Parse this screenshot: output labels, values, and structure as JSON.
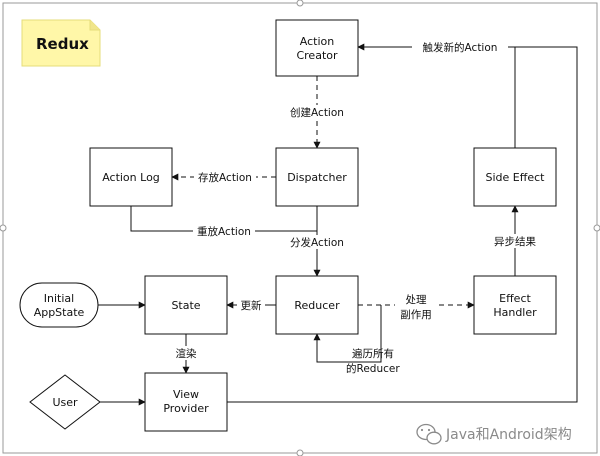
{
  "title": {
    "label": "Redux",
    "note_color": "#FFF7A8"
  },
  "nodes": {
    "action_creator": [
      "Action",
      "Creator"
    ],
    "dispatcher": [
      "Dispatcher"
    ],
    "action_log": [
      "Action Log"
    ],
    "side_effect": [
      "Side Effect"
    ],
    "reducer": [
      "Reducer"
    ],
    "state": [
      "State"
    ],
    "initial_appstate": [
      "Initial",
      "AppState"
    ],
    "effect_handler": [
      "Effect",
      "Handler"
    ],
    "view_provider": [
      "View",
      "Provider"
    ],
    "user": [
      "User"
    ]
  },
  "edges": {
    "trigger_new_action": "触发新的Action",
    "create_action": "创建Action",
    "store_action": "存放Action",
    "replay_action": "重放Action",
    "dispatch_action": "分发Action",
    "async_result": "异步结果",
    "update": "更新",
    "handle_side_effect": [
      "处理",
      "副作用"
    ],
    "traverse_reducers": [
      "遍历所有",
      "的Reducer"
    ],
    "render": "渲染"
  },
  "watermark": {
    "text": "Java和Android架构",
    "icon": "wechat-icon"
  },
  "colors": {
    "stroke": "#111111",
    "background": "#ffffff",
    "note": "#FFF7A8",
    "watermark": "#8a8a8a"
  }
}
